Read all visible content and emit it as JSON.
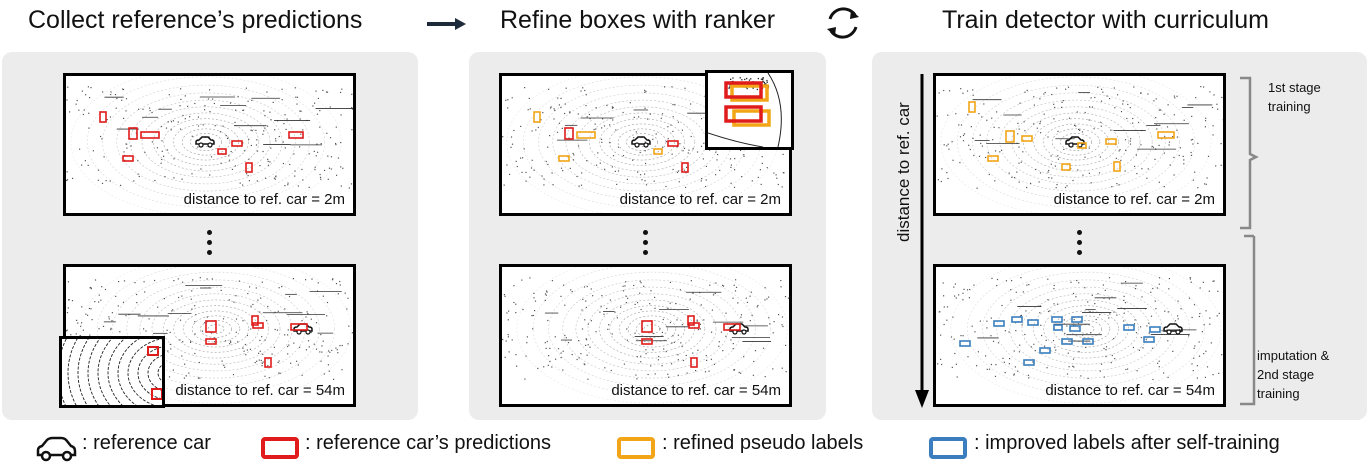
{
  "headers": {
    "collect": "Collect reference’s predictions",
    "refine": "Refine boxes with ranker",
    "train": "Train detector with curriculum"
  },
  "captions": {
    "near": "distance to ref. car = 2m",
    "far": "distance to ref. car = 54m"
  },
  "axis": {
    "label": "distance  to ref. car"
  },
  "stages": {
    "first": "1st stage training",
    "second": "imputation & 2nd stage training"
  },
  "legend": {
    "reference_car": ": reference car",
    "predictions": ": reference car’s predictions",
    "refined": ": refined pseudo labels",
    "improved": ": improved labels after self-training"
  },
  "colors": {
    "predictions": "#e01b1b",
    "refined": "#f2a516",
    "improved": "#3a7ebf",
    "panel": "#ececec"
  },
  "icons": {
    "flow_arrow": "arrow-right-icon",
    "cycle": "cycle-arrows-icon",
    "car": "car-icon"
  }
}
